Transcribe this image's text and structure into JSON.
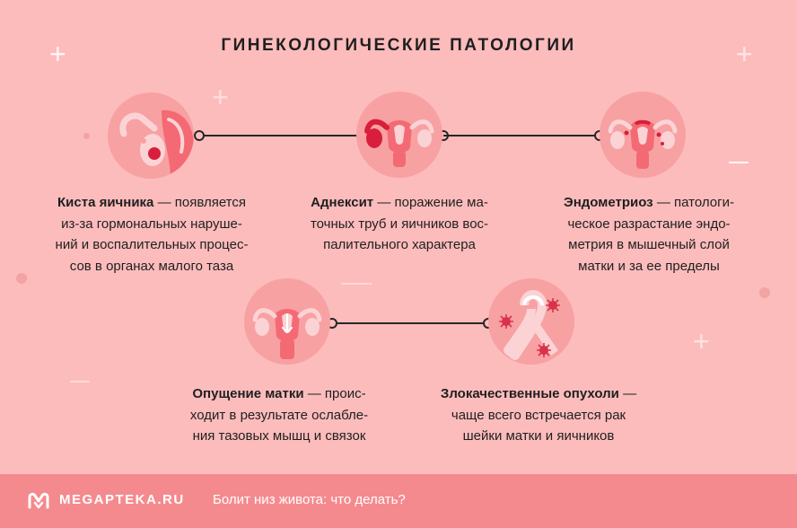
{
  "title": "ГИНЕКОЛОГИЧЕСКИЕ ПАТОЛОГИИ",
  "colors": {
    "background": "#fdbcbc",
    "circle": "#f7a1a3",
    "organ": "#f46a74",
    "organ_light": "#fbd3d5",
    "lesion": "#d81e3c",
    "footer": "#f58a8e"
  },
  "conditions": [
    {
      "name": "Киста яичника",
      "icon": "ovary-cyst-icon",
      "lines": [
        "— появляется",
        "из-за гормональных наруше-",
        "ний и воспалительных процес-",
        "сов в органах малого таза"
      ]
    },
    {
      "name": "Аднексит",
      "icon": "adnexitis-uterus-icon",
      "lines": [
        "— поражение ма-",
        "точных труб и яичников вос-",
        "палительного характера"
      ]
    },
    {
      "name": "Эндометриоз",
      "icon": "endometriosis-uterus-icon",
      "lines": [
        "— патологи-",
        "ческое разрастание эндо-",
        "метрия в мышечный слой",
        "матки и за ее пределы"
      ]
    },
    {
      "name": "Опущение матки",
      "icon": "uterine-prolapse-icon",
      "lines": [
        "— проис-",
        "ходит в результате ослабле-",
        "ния тазовых мышц и связок"
      ]
    },
    {
      "name": "Злокачественные опухоли",
      "icon": "cancer-ribbon-icon",
      "lines": [
        "—",
        "чаще всего встречается рак",
        "шейки матки и яичников"
      ]
    }
  ],
  "footer": {
    "logo_icon": "megapteka-logo-icon",
    "brand": "MEGAPTEKA.RU",
    "link_text": "Болит низ живота: что делать?"
  }
}
